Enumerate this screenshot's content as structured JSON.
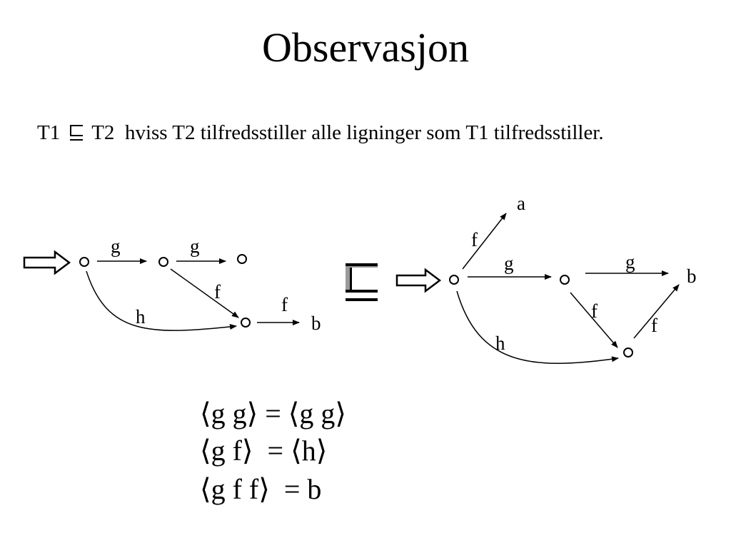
{
  "title": "Observasjon",
  "definition": {
    "t1": "T1",
    "t2": "T2",
    "text": "hviss T2 tilfredsstiller alle ligninger som T1 tilfredsstiller."
  },
  "left_graph": {
    "edge_labels": {
      "g1": "g",
      "g2": "g",
      "f_diag": "f",
      "f_out": "f",
      "h": "h"
    },
    "node_labels": {
      "b": "b"
    }
  },
  "right_graph": {
    "edge_labels": {
      "f_up": "f",
      "g1": "g",
      "g2": "g",
      "f_down": "f",
      "f_up2": "f",
      "h": "h"
    },
    "node_labels": {
      "a": "a",
      "b": "b"
    }
  },
  "equations": [
    {
      "lhs": "⟨g g⟩",
      "op": "=",
      "rhs": "⟨g g⟩"
    },
    {
      "lhs": "⟨g f⟩",
      "op": "=",
      "rhs": "⟨h⟩"
    },
    {
      "lhs": "⟨g f f⟩",
      "op": "=",
      "rhs": "b"
    }
  ]
}
